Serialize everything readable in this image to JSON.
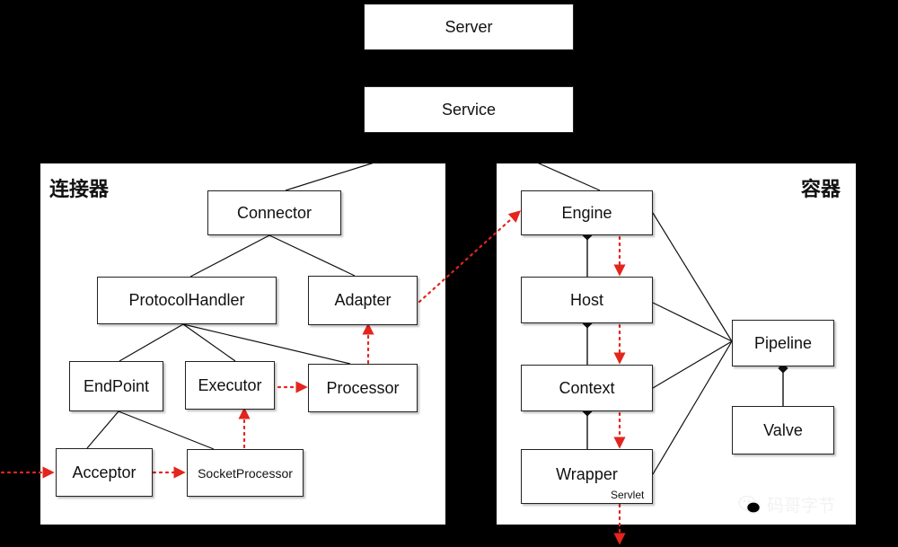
{
  "nodes": {
    "server": "Server",
    "service": "Service",
    "connector": "Connector",
    "protocol_handler": "ProtocolHandler",
    "adapter": "Adapter",
    "endpoint": "EndPoint",
    "executor": "Executor",
    "processor": "Processor",
    "acceptor": "Acceptor",
    "socket_processor": "SocketProcessor",
    "engine": "Engine",
    "host": "Host",
    "context": "Context",
    "wrapper": "Wrapper",
    "servlet": "Servlet",
    "pipeline": "Pipeline",
    "valve": "Valve"
  },
  "panels": {
    "connector_title": "连接器",
    "container_title": "容器"
  },
  "watermark": "码哥字节",
  "colors": {
    "background": "#000000",
    "panel": "#ffffff",
    "line": "#111111",
    "flow_arrow": "#e3251e"
  }
}
